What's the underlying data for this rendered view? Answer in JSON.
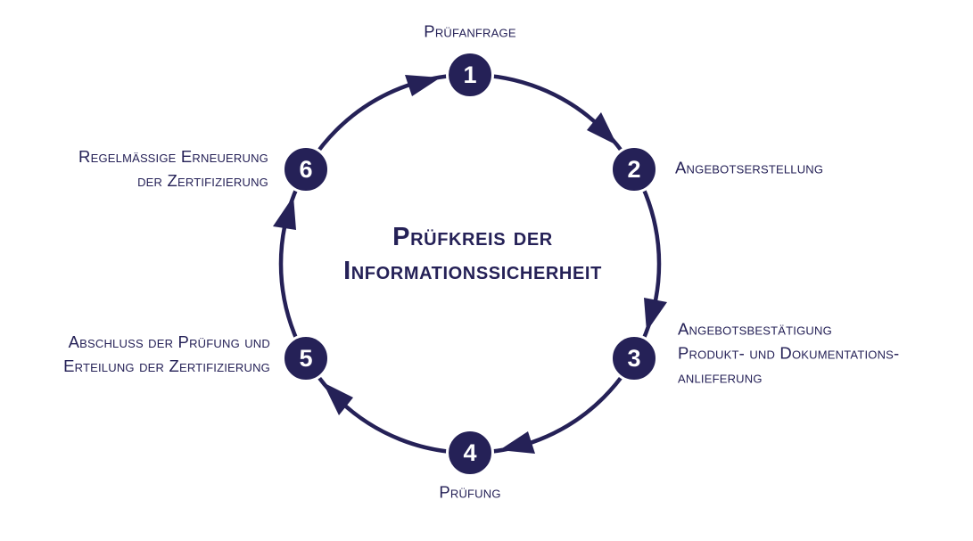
{
  "diagram": {
    "title": {
      "lines": [
        "Prüfkreis der",
        "Informationssicherheit"
      ]
    },
    "direction": "clockwise",
    "colors": {
      "accent": "#252157",
      "number_text": "#ffffff",
      "background": "#ffffff"
    },
    "steps": [
      {
        "number": "1",
        "lines": [
          "Prüfanfrage"
        ]
      },
      {
        "number": "2",
        "lines": [
          "Angebotserstellung"
        ]
      },
      {
        "number": "3",
        "lines": [
          "Angebotsbestätigung",
          "Produkt- und Dokumentations-",
          "anlieferung"
        ]
      },
      {
        "number": "4",
        "lines": [
          "Prüfung"
        ]
      },
      {
        "number": "5",
        "lines": [
          "Abschluss der Prüfung und",
          "Erteilung der Zertifizierung"
        ]
      },
      {
        "number": "6",
        "lines": [
          "Regelmäßige Erneuerung",
          "der Zertifizierung"
        ]
      }
    ]
  }
}
